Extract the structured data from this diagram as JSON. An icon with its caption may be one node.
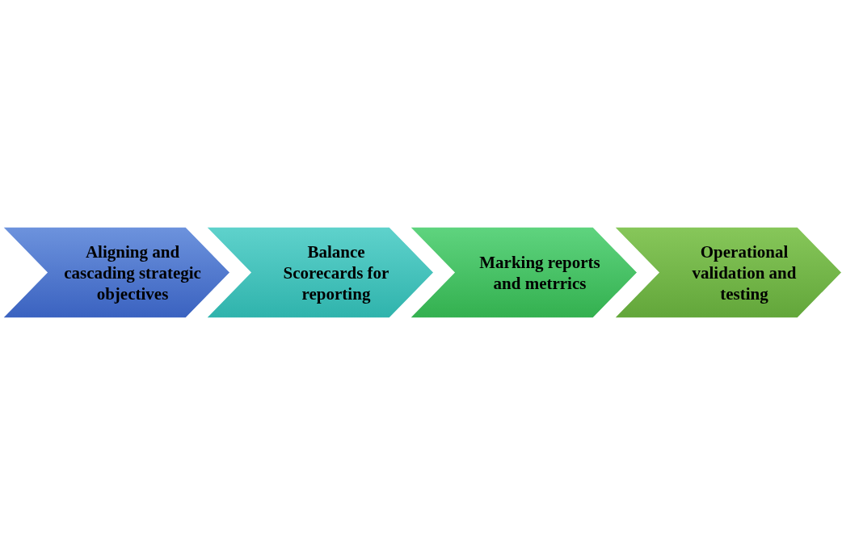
{
  "diagram": {
    "nodes": [
      {
        "text": [
          "Aligning and cascading strategic objectives"
        ]
      },
      {
        "text": [
          "Balance Scorecards for reporting"
        ]
      },
      {
        "text": [
          "Marking reports and metrrics"
        ]
      },
      {
        "text": [
          "Operational validation and testing"
        ]
      }
    ]
  }
}
